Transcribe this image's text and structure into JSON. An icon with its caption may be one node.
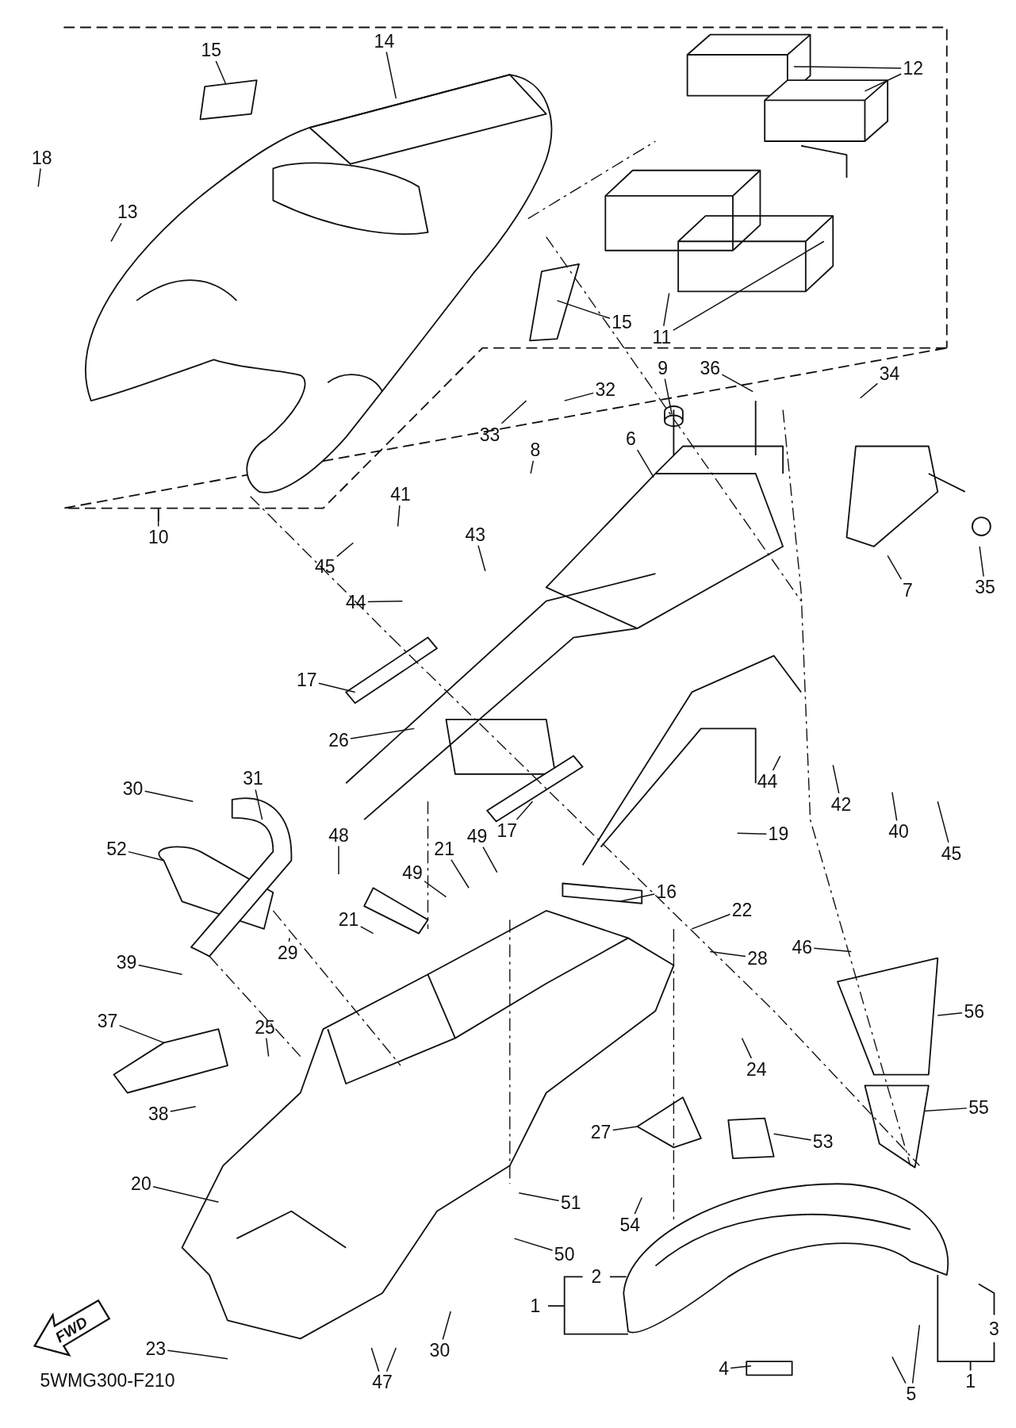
{
  "diagram": {
    "nodes": [
      {
        "text": [
          "15"
        ]
      },
      {
        "text": [
          "14"
        ]
      },
      {
        "text": [
          "12"
        ]
      },
      {
        "text": [
          "18"
        ]
      },
      {
        "text": [
          "13"
        ]
      },
      {
        "text": [
          "15"
        ]
      },
      {
        "text": [
          "11"
        ]
      },
      {
        "text": [
          "10"
        ]
      },
      {
        "text": [
          "9"
        ]
      },
      {
        "text": [
          "36"
        ]
      },
      {
        "text": [
          "34"
        ]
      },
      {
        "text": [
          "32"
        ]
      },
      {
        "text": [
          "33"
        ]
      },
      {
        "text": [
          "6"
        ]
      },
      {
        "text": [
          "8"
        ]
      },
      {
        "text": [
          "41"
        ]
      },
      {
        "text": [
          "45"
        ]
      },
      {
        "text": [
          "43"
        ]
      },
      {
        "text": [
          "44"
        ]
      },
      {
        "text": [
          "7"
        ]
      },
      {
        "text": [
          "35"
        ]
      },
      {
        "text": [
          "17"
        ]
      },
      {
        "text": [
          "26"
        ]
      },
      {
        "text": [
          "30"
        ]
      },
      {
        "text": [
          "31"
        ]
      },
      {
        "text": [
          "44"
        ]
      },
      {
        "text": [
          "42"
        ]
      },
      {
        "text": [
          "40"
        ]
      },
      {
        "text": [
          "45"
        ]
      },
      {
        "text": [
          "17"
        ]
      },
      {
        "text": [
          "19"
        ]
      },
      {
        "text": [
          "52"
        ]
      },
      {
        "text": [
          "48"
        ]
      },
      {
        "text": [
          "21"
        ]
      },
      {
        "text": [
          "49"
        ]
      },
      {
        "text": [
          "16"
        ]
      },
      {
        "text": [
          "22"
        ]
      },
      {
        "text": [
          "21"
        ]
      },
      {
        "text": [
          "49"
        ]
      },
      {
        "text": [
          "29"
        ]
      },
      {
        "text": [
          "39"
        ]
      },
      {
        "text": [
          "28"
        ]
      },
      {
        "text": [
          "46"
        ]
      },
      {
        "text": [
          "37"
        ]
      },
      {
        "text": [
          "25"
        ]
      },
      {
        "text": [
          "24"
        ]
      },
      {
        "text": [
          "56"
        ]
      },
      {
        "text": [
          "55"
        ]
      },
      {
        "text": [
          "38"
        ]
      },
      {
        "text": [
          "27"
        ]
      },
      {
        "text": [
          "53"
        ]
      },
      {
        "text": [
          "20"
        ]
      },
      {
        "text": [
          "51"
        ]
      },
      {
        "text": [
          "54"
        ]
      },
      {
        "text": [
          "50"
        ]
      },
      {
        "text": [
          "4"
        ]
      },
      {
        "text": [
          "5"
        ]
      },
      {
        "text": [
          "23"
        ]
      },
      {
        "text": [
          "30"
        ]
      },
      {
        "text": [
          "47"
        ]
      }
    ],
    "edges": [
      {
        "from": 0,
        "to": null,
        "arrow": "none"
      },
      {
        "from": 1,
        "to": null,
        "arrow": "none"
      },
      {
        "from": 2,
        "to": null,
        "arrow": "none"
      },
      {
        "from": 2,
        "to": null,
        "arrow": "none"
      },
      {
        "from": 3,
        "to": null,
        "arrow": "none"
      },
      {
        "from": 4,
        "to": null,
        "arrow": "none"
      },
      {
        "from": 5,
        "to": null,
        "arrow": "none"
      },
      {
        "from": 6,
        "to": null,
        "arrow": "none"
      },
      {
        "from": 6,
        "to": null,
        "arrow": "none"
      },
      {
        "from": 7,
        "to": null,
        "arrow": "none"
      },
      {
        "from": 8,
        "to": null,
        "arrow": "none"
      },
      {
        "from": 9,
        "to": null,
        "arrow": "none"
      },
      {
        "from": 10,
        "to": null,
        "arrow": "none"
      },
      {
        "from": 11,
        "to": null,
        "arrow": "none"
      },
      {
        "from": 12,
        "to": null,
        "arrow": "none"
      },
      {
        "from": 13,
        "to": null,
        "arrow": "none"
      },
      {
        "from": 14,
        "to": null,
        "arrow": "none"
      },
      {
        "from": 15,
        "to": null,
        "arrow": "none"
      },
      {
        "from": 16,
        "to": null,
        "arrow": "none"
      },
      {
        "from": 17,
        "to": null,
        "arrow": "none"
      },
      {
        "from": 18,
        "to": null,
        "arrow": "none"
      },
      {
        "from": 19,
        "to": null,
        "arrow": "none"
      },
      {
        "from": 20,
        "to": null,
        "arrow": "none"
      },
      {
        "from": 21,
        "to": null,
        "arrow": "none"
      },
      {
        "from": 22,
        "to": null,
        "arrow": "none"
      },
      {
        "from": 23,
        "to": null,
        "arrow": "none"
      },
      {
        "from": 24,
        "to": null,
        "arrow": "none"
      },
      {
        "from": 25,
        "to": null,
        "arrow": "none"
      },
      {
        "from": 26,
        "to": null,
        "arrow": "none"
      },
      {
        "from": 27,
        "to": null,
        "arrow": "none"
      },
      {
        "from": 28,
        "to": null,
        "arrow": "none"
      },
      {
        "from": 29,
        "to": null,
        "arrow": "none"
      },
      {
        "from": 30,
        "to": null,
        "arrow": "none"
      },
      {
        "from": 31,
        "to": null,
        "arrow": "none"
      },
      {
        "from": 32,
        "to": null,
        "arrow": "none"
      },
      {
        "from": 33,
        "to": null,
        "arrow": "none"
      },
      {
        "from": 34,
        "to": null,
        "arrow": "none"
      },
      {
        "from": 35,
        "to": null,
        "arrow": "none"
      },
      {
        "from": 36,
        "to": null,
        "arrow": "none"
      },
      {
        "from": 37,
        "to": null,
        "arrow": "none"
      },
      {
        "from": 38,
        "to": null,
        "arrow": "none"
      },
      {
        "from": 39,
        "to": null,
        "arrow": "none"
      },
      {
        "from": 40,
        "to": null,
        "arrow": "none"
      },
      {
        "from": 41,
        "to": null,
        "arrow": "none"
      },
      {
        "from": 42,
        "to": null,
        "arrow": "none"
      },
      {
        "from": 43,
        "to": null,
        "arrow": "none"
      },
      {
        "from": 44,
        "to": null,
        "arrow": "none"
      },
      {
        "from": 45,
        "to": null,
        "arrow": "none"
      },
      {
        "from": 46,
        "to": null,
        "arrow": "none"
      },
      {
        "from": 47,
        "to": null,
        "arrow": "none"
      },
      {
        "from": 48,
        "to": null,
        "arrow": "none"
      },
      {
        "from": 49,
        "to": null,
        "arrow": "none"
      },
      {
        "from": 50,
        "to": null,
        "arrow": "none"
      },
      {
        "from": 51,
        "to": null,
        "arrow": "none"
      },
      {
        "from": 52,
        "to": null,
        "arrow": "none"
      },
      {
        "from": 53,
        "to": null,
        "arrow": "none"
      },
      {
        "from": 54,
        "to": null,
        "arrow": "none"
      },
      {
        "from": 55,
        "to": null,
        "arrow": "none"
      },
      {
        "from": 56,
        "to": null,
        "arrow": "none"
      },
      {
        "from": 56,
        "to": null,
        "arrow": "none"
      },
      {
        "from": 57,
        "to": null,
        "arrow": "none"
      },
      {
        "from": 58,
        "to": null,
        "arrow": "none"
      },
      {
        "from": 59,
        "to": null,
        "arrow": "none"
      },
      {
        "from": 59,
        "to": null,
        "arrow": "none"
      }
    ],
    "labels": [
      "2",
      "1",
      "3",
      "1",
      "FWD",
      "5WMG300-F210"
    ]
  }
}
